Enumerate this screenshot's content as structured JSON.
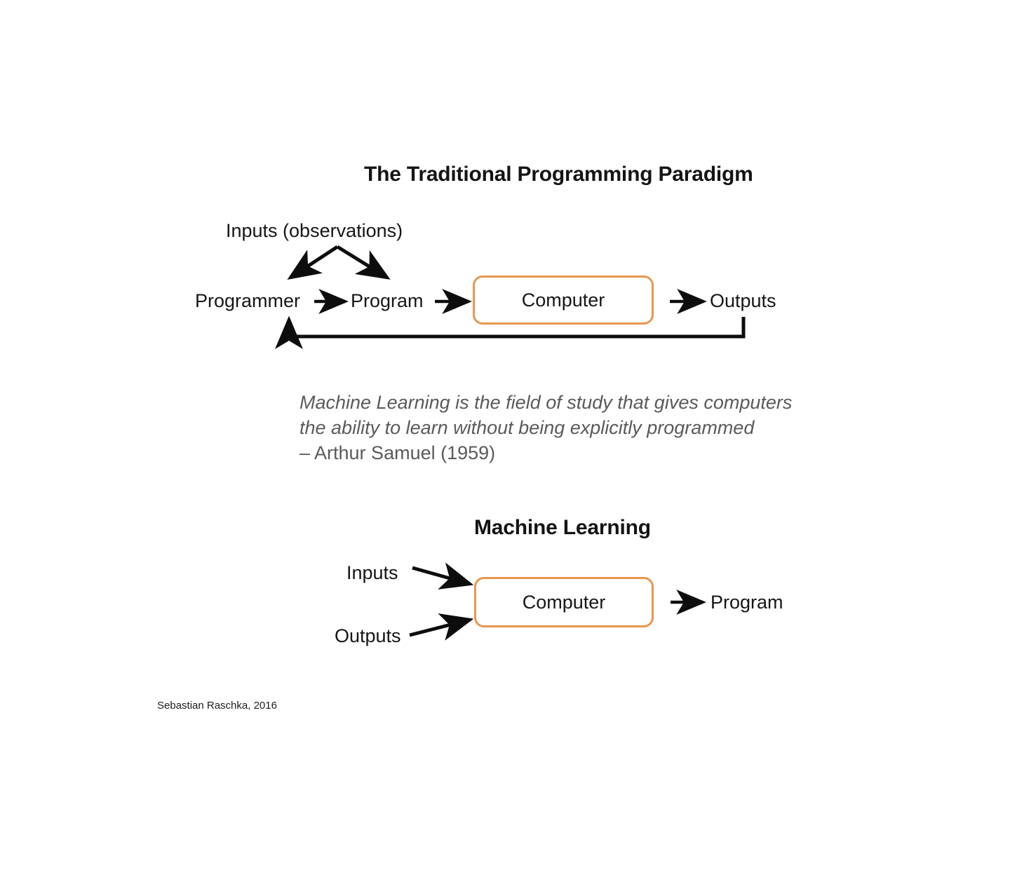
{
  "slide": {
    "background": "#ffffff",
    "accent_color": "#E8964F",
    "text_color": "#161616",
    "quote_color": "#5a5a5a"
  },
  "traditional": {
    "title": "The Traditional Programming Paradigm",
    "inputs_label": "Inputs (observations)",
    "programmer_label": "Programmer",
    "program_label": "Program",
    "computer_label": "Computer",
    "outputs_label": "Outputs"
  },
  "quote": {
    "line1": "Machine Learning is the field of study that gives computers",
    "line2": "the ability to learn without being explicitly programmed",
    "attribution": "– Arthur Samuel (1959)"
  },
  "machine_learning": {
    "title": "Machine Learning",
    "inputs_label": "Inputs",
    "outputs_label": "Outputs",
    "computer_label": "Computer",
    "program_label": "Program"
  },
  "footer": {
    "credit": "Sebastian Raschka, 2016"
  }
}
